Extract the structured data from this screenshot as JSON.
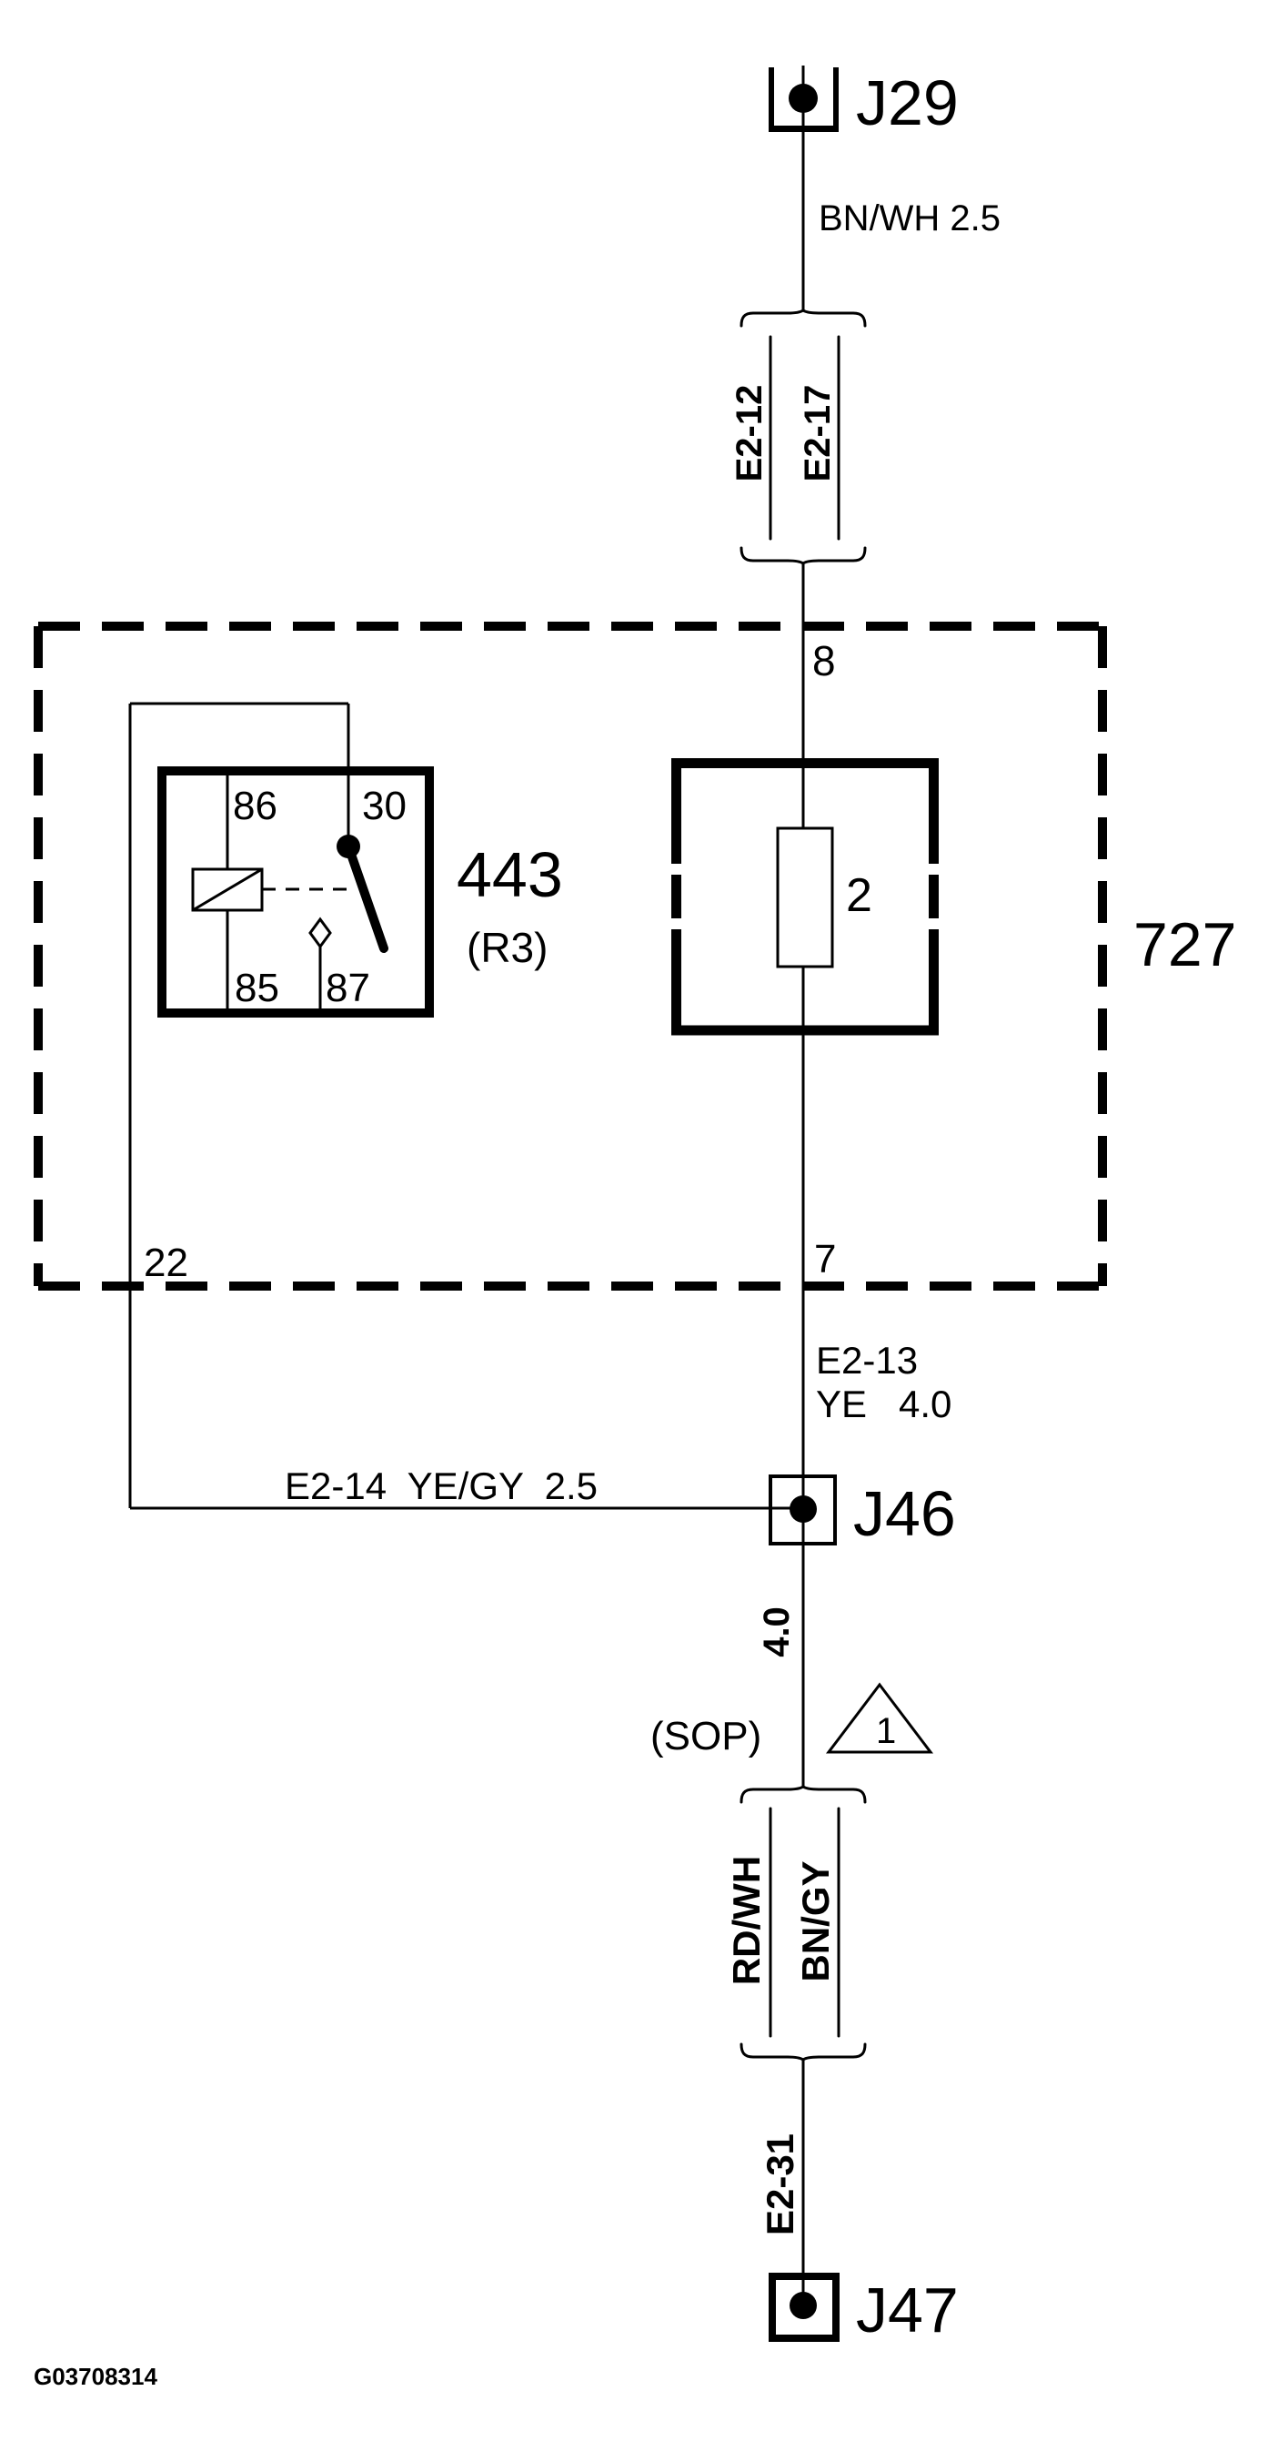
{
  "page": {
    "background": "#ffffff",
    "ink": "#000000"
  },
  "footer": {
    "code": "G03708314"
  },
  "connectors": {
    "j29": "J29",
    "j46": "J46",
    "j47": "J47"
  },
  "labels": {
    "wire_top": "BN/WH 2.5",
    "pin_8": "8",
    "pin_7": "7",
    "pin_22": "22",
    "e2_13_line1": "E2-13",
    "e2_13_line2": "YE   4.0",
    "e2_14": "E2-14  YE/GY  2.5",
    "wire_gauge": "4.0",
    "sop": "(SOP)",
    "triangle_note": "1",
    "e2_31": "E2-31"
  },
  "splice_top": {
    "left": "E2-12",
    "right": "E2-17"
  },
  "splice_bottom": {
    "left": "RD/WH",
    "right": "BN/GY"
  },
  "box_727": {
    "id": "727",
    "fuse": "2"
  },
  "relay_443": {
    "id": "443",
    "name": "(R3)",
    "pin_86": "86",
    "pin_30": "30",
    "pin_85": "85",
    "pin_87": "87"
  }
}
